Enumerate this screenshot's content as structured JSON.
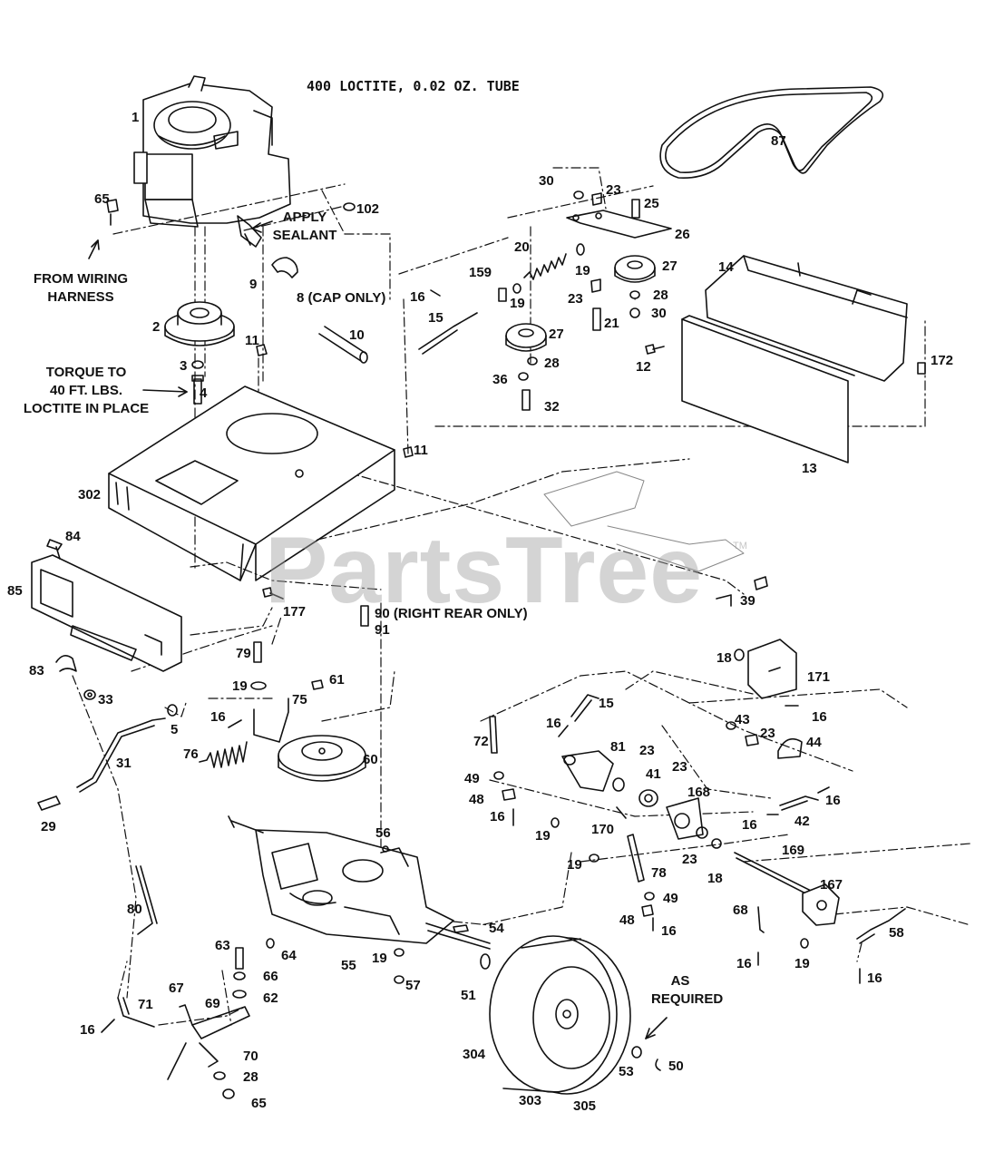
{
  "header": {
    "note": "400 LOCTITE, 0.02 OZ. TUBE"
  },
  "watermark": {
    "text": "PartsTree",
    "tm": "TM"
  },
  "notes": {
    "wiring": [
      "FROM WIRING",
      "HARNESS"
    ],
    "sealant": [
      "APPLY",
      "SEALANT"
    ],
    "torque": [
      "TORQUE TO",
      "40 FT. LBS.",
      "LOCTITE IN PLACE"
    ],
    "cap": "8 (CAP ONLY)",
    "right_rear": "90 (RIGHT REAR ONLY)",
    "required": [
      "AS",
      "REQUIRED"
    ]
  },
  "labels": {
    "p1": "1",
    "p65a": "65",
    "p102": "102",
    "p9": "9",
    "p2": "2",
    "p10": "10",
    "p11a": "11",
    "p3": "3",
    "p4": "4",
    "p302": "302",
    "p11b": "11",
    "p84": "84",
    "p85": "85",
    "p177": "177",
    "p91": "91",
    "p83": "83",
    "p33": "33",
    "p79": "79",
    "p19a": "19",
    "p61": "61",
    "p16a": "16",
    "p75": "75",
    "p5": "5",
    "p31": "31",
    "p76": "76",
    "p60": "60",
    "p29": "29",
    "p80": "80",
    "p56": "56",
    "p63": "63",
    "p66": "66",
    "p64": "64",
    "p55": "55",
    "p19b": "19",
    "p57": "57",
    "p67": "67",
    "p69": "69",
    "p62": "62",
    "p16b": "16",
    "p71": "71",
    "p70": "70",
    "p28a": "28",
    "p65b": "65",
    "p87": "87",
    "p30a": "30",
    "p23a": "23",
    "p25": "25",
    "p26": "26",
    "p20": "20",
    "p27a": "27",
    "p159": "159",
    "p19c": "19",
    "p19d": "19",
    "p23b": "23",
    "p28b": "28",
    "p30b": "30",
    "p16c": "16",
    "p15a": "15",
    "p21": "21",
    "p27b": "27",
    "p28c": "28",
    "p36": "36",
    "p32": "32",
    "p12": "12",
    "p14": "14",
    "p172": "172",
    "p13": "13",
    "p39": "39",
    "p18a": "18",
    "p171": "171",
    "p16d": "16",
    "p43": "43",
    "p23c": "23",
    "p44": "44",
    "p15b": "15",
    "p16e": "16",
    "p72": "72",
    "p81": "81",
    "p23d": "23",
    "p23e": "23",
    "p49a": "49",
    "p41": "41",
    "p48a": "48",
    "p168": "168",
    "p16f": "16",
    "p170": "170",
    "p16g": "16",
    "p16h": "16",
    "p42": "42",
    "p19e": "19",
    "p19f": "19",
    "p23f": "23",
    "p18b": "18",
    "p169": "169",
    "p78": "78",
    "p49b": "49",
    "p167": "167",
    "p48b": "48",
    "p16i": "16",
    "p68": "68",
    "p58": "58",
    "p54": "54",
    "p16j": "16",
    "p19g": "19",
    "p16k": "16",
    "p51": "51",
    "p304": "304",
    "p53": "53",
    "p50": "50",
    "p303": "303",
    "p305": "305"
  }
}
